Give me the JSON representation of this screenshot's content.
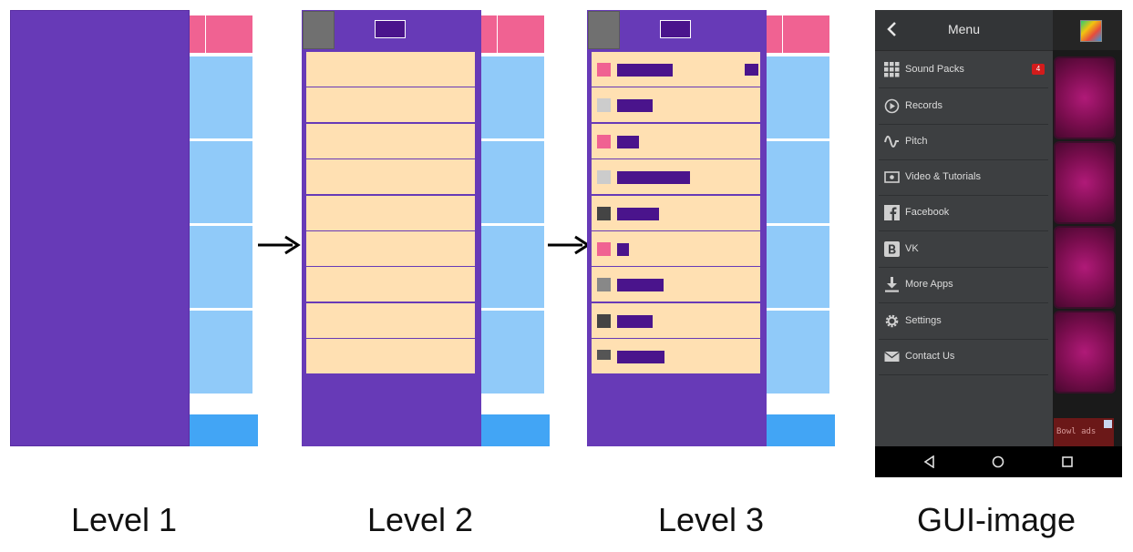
{
  "captions": {
    "level1": "Level 1",
    "level2": "Level 2",
    "level3": "Level 3",
    "gui": "GUI-image"
  },
  "colors": {
    "drawer_purple": "#673ab7",
    "toolbar_pink": "#f06292",
    "list_peach": "#ffe0b2",
    "pad_light_blue": "#90caf9",
    "ad_blue": "#42a5f5",
    "icon_dark_purple": "#4a148c"
  },
  "phone": {
    "menu_title": "Menu",
    "items": [
      {
        "label": "Sound Packs",
        "icon": "grid-icon",
        "badge": "4"
      },
      {
        "label": "Records",
        "icon": "play-circle-icon"
      },
      {
        "label": "Pitch",
        "icon": "wave-icon"
      },
      {
        "label": "Video & Tutorials",
        "icon": "video-icon"
      },
      {
        "label": "Facebook",
        "icon": "facebook-icon"
      },
      {
        "label": "VK",
        "icon": "vk-icon"
      },
      {
        "label": "More Apps",
        "icon": "download-icon"
      },
      {
        "label": "Settings",
        "icon": "gear-icon"
      },
      {
        "label": "Contact Us",
        "icon": "mail-icon"
      }
    ],
    "ad_text": "Bowl ads",
    "nav_icons": [
      "back-triangle-icon",
      "home-circle-icon",
      "recents-square-icon"
    ]
  }
}
